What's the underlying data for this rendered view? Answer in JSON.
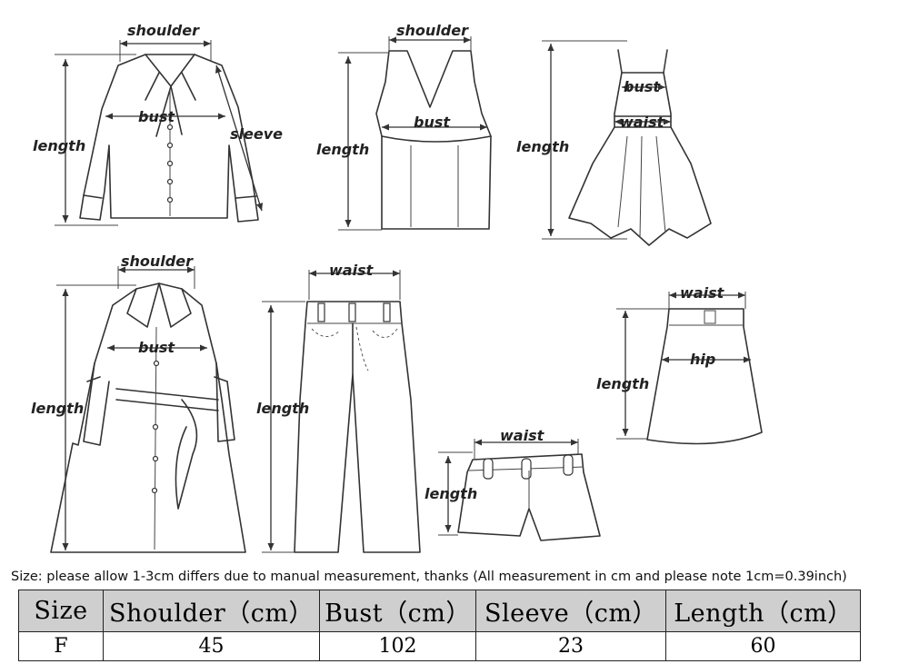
{
  "labels": {
    "shoulder": "shoulder",
    "bust": "bust",
    "sleeve": "sleeve",
    "length": "length",
    "waist": "waist",
    "hip": "hip"
  },
  "note": "Size: please allow 1-3cm differs due to manual measurement, thanks (All measurement in cm and please note 1cm=0.39inch)",
  "table": {
    "headers": [
      "Size",
      "Shoulder（cm）",
      "Bust（cm）",
      "Sleeve（cm）",
      "Length（cm）"
    ],
    "rows": [
      [
        "F",
        "45",
        "102",
        "23",
        "60"
      ]
    ]
  }
}
